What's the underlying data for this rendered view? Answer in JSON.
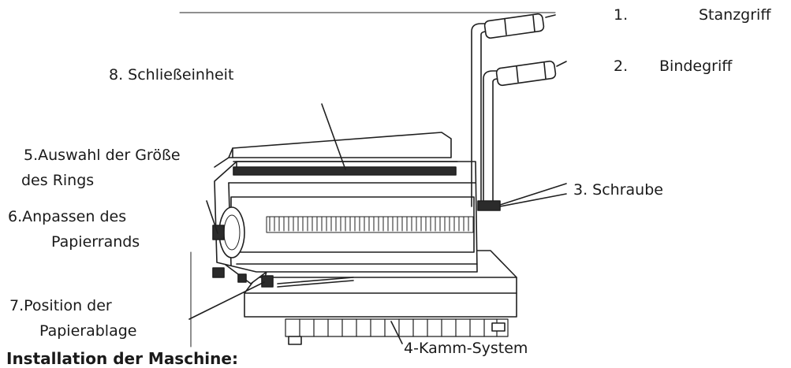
{
  "labels": {
    "l1": {
      "num": "1.",
      "text": "Stanzgriff"
    },
    "l2": {
      "num": "2.",
      "text": "Bindegriff"
    },
    "l3": "3. Schraube",
    "l4": "4-Kamm-System",
    "l5": {
      "line1": "5.Auswahl der Größe",
      "line2": "des Rings"
    },
    "l6": {
      "line1": "6.Anpassen des",
      "line2": "Papierrands"
    },
    "l7": {
      "line1": "7.Position der",
      "line2": "Papierablage"
    },
    "l8": "8. Schließeinheit"
  },
  "heading": "Installation der Maschine:",
  "colors": {
    "line": "#1f1f1f",
    "fill": "#ffffff",
    "dark": "#2b2b2b"
  }
}
